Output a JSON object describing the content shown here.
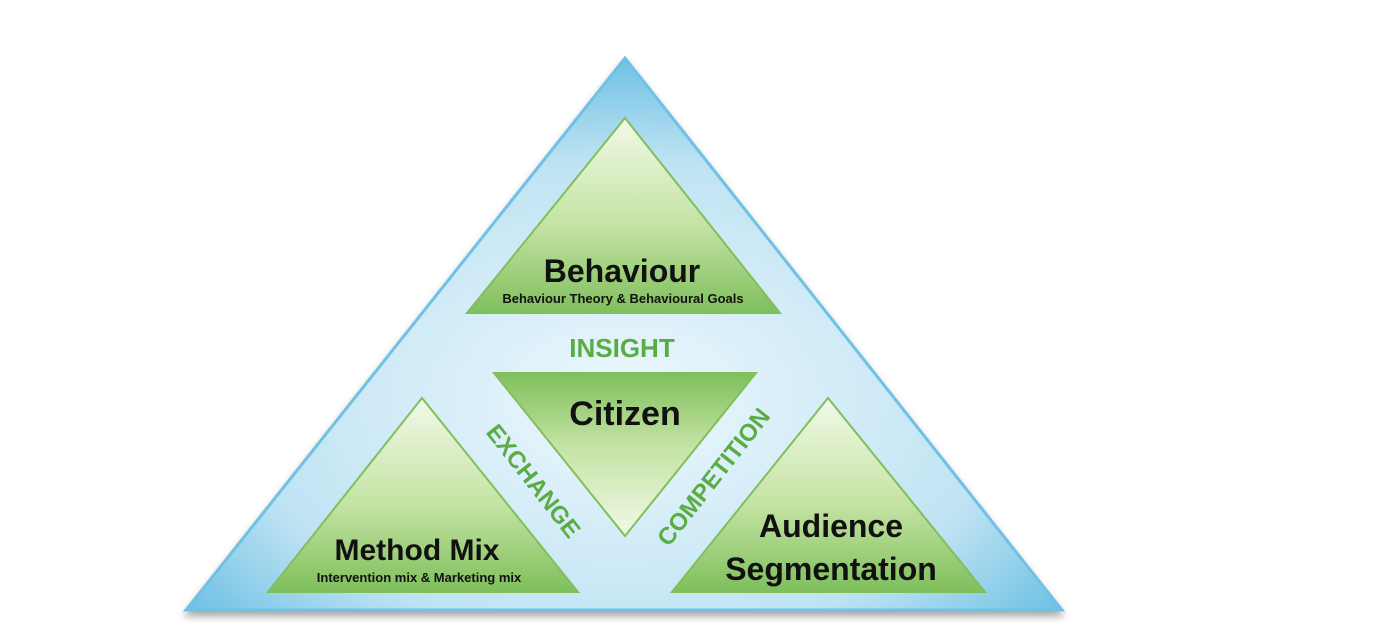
{
  "colors": {
    "outer_light": "#eef8fd",
    "outer_mid": "#bfe3f3",
    "outer_edge": "#6fc1e4",
    "inner_light": "#f2f9e8",
    "inner_mid": "#c4e3a3",
    "inner_dark": "#7fbf5c",
    "link_text": "#5aac45",
    "label_text": "#111111"
  },
  "segments": {
    "behaviour": {
      "title": "Behaviour",
      "subtitle": "Behaviour Theory & Behavioural Goals"
    },
    "citizen": {
      "title": "Citizen"
    },
    "method_mix": {
      "title": "Method Mix",
      "subtitle": "Intervention mix & Marketing mix"
    },
    "audience": {
      "title_line1": "Audience",
      "title_line2": "Segmentation"
    }
  },
  "links": {
    "insight": "INSIGHT",
    "exchange": "EXCHANGE",
    "competition": "COMPETITION"
  }
}
